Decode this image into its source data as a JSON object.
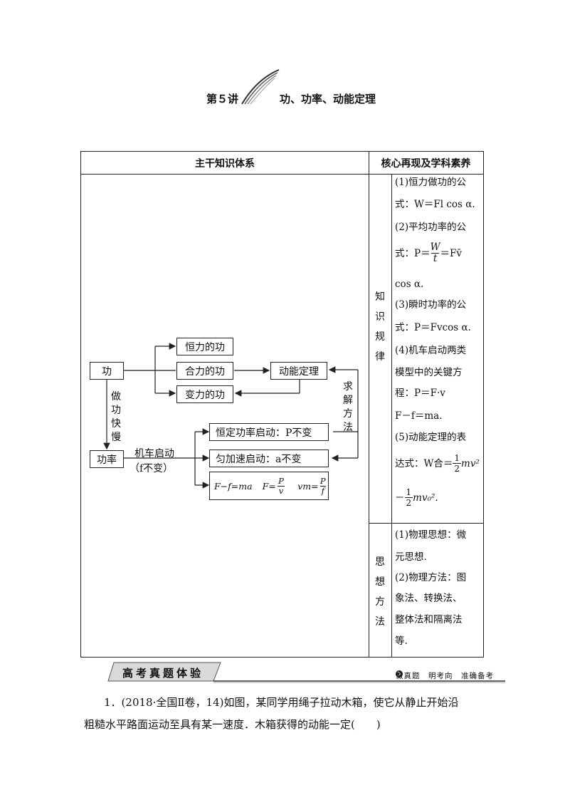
{
  "header": {
    "lecture": "第５讲",
    "title": "功、功率、动能定理"
  },
  "table": {
    "col1_header": "主干知识体系",
    "col2_header": "核心再现及学科素养",
    "cat1": "知识规律",
    "cat2": "思想方法"
  },
  "diagram": {
    "work": "功",
    "const_force_work": "恒力的功",
    "net_force_work": "合力的功",
    "var_force_work": "变力的功",
    "kinetic_theorem": "动能定理",
    "solve_method": "求解方法",
    "how_fast": "做功快慢",
    "power": "功率",
    "vehicle_start": "机车启动",
    "f_constant": "（f不变）",
    "const_power_start": "恒定功率启动：P不变",
    "uniform_accel_start": "匀加速启动：a不变",
    "formula_left": "F−f=ma",
    "formula_mid_lhs": "F=",
    "formula_mid_num": "P",
    "formula_mid_den": "v",
    "formula_right_lhs": "vm=",
    "formula_right_num": "P",
    "formula_right_den": "f"
  },
  "knowledge": {
    "l1": "(1)恒力做功的公",
    "l2": "式：W＝Fl cos α.",
    "l3": "(2)平均功率的公",
    "l4_pre": "式：P＝",
    "l4_num": "W",
    "l4_den": "t",
    "l4_post": "＝Fv̄",
    "l5": "cos α.",
    "l6": "(3)瞬时功率的公",
    "l7": "式：P＝Fvcos α.",
    "l8": "(4)机车启动两类",
    "l9": "模型中的关键方",
    "l10": "程：P＝F·v",
    "l11": "F－f＝ma.",
    "l12": "(5)动能定理的表",
    "l13_pre": "达式：W合＝",
    "l13_num": "1",
    "l13_den": "2",
    "l13_post": "mv²",
    "l14_pre": "－",
    "l14_num": "1",
    "l14_den": "2",
    "l14_post": "mv₀².",
    "m1": "(1)物理思想：微",
    "m2": "元思想.",
    "m3": "(2)物理方法：图",
    "m4": "象法、转换法、",
    "m5": "整体法和隔离法",
    "m6": "等."
  },
  "banner": {
    "title": "高考真题体验",
    "tag": "做真题　明考向　准确备考"
  },
  "question": {
    "line1": "1．(2018·全国Ⅱ卷，14)如图，某同学用绳子拉动木箱，使它从静止开始沿",
    "line2": "粗糙水平路面运动至具有某一速度．木箱获得的动能一定(　　)"
  }
}
